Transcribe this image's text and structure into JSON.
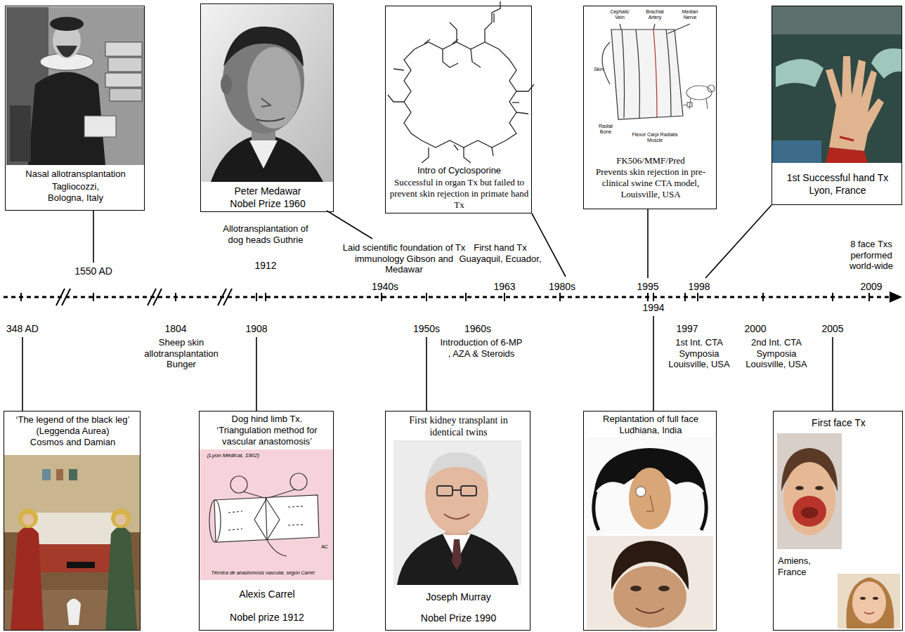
{
  "diagram": {
    "nodes": [
      {
        "text": [
          "Nasal allotransplantation",
          "Tagliocozzi, Bologna, Italy"
        ]
      },
      {
        "text": [
          "Peter Medawar",
          "Nobel Prize 1960"
        ]
      },
      {
        "text": [
          "Intro of Cyclosporine",
          "Successful in organ Tx but failed to prevent skin rejection in primate hand Tx"
        ]
      },
      {
        "text": [
          "FK506/MMF/Pred",
          "Prevents skin rejection in pre-clinical swine CTA model, Louisville, USA"
        ]
      },
      {
        "text": [
          "1st Successful hand Tx",
          "Lyon, France"
        ]
      },
      {
        "text": [
          "‘The legend of the black leg’",
          "(Leggenda Aurea) Cosmos and Damian"
        ]
      },
      {
        "text": [
          "Dog hind limb Tx. ‘Triangulation method for vascular anastomosis’",
          "Alexis Carrel",
          "Nobel prize 1912"
        ]
      },
      {
        "text": [
          "First kidney transplant in identical twins",
          "Joseph Murray",
          "Nobel Prize 1990"
        ]
      },
      {
        "text": [
          "Replantation of full face",
          "Ludhiana, India"
        ]
      },
      {
        "text": [
          "First face Tx",
          "Amiens, France"
        ]
      }
    ],
    "labels": [
      "1550 AD",
      "Allotransplantation of dog heads Guthrie",
      "1912",
      "Laid scientific foundation of Tx immunology Gibson and Medawar",
      "1940s",
      "First hand Tx Guayaquil, Ecuador,",
      "1963",
      "1980s",
      "1995",
      "1998",
      "8 face Txs performed world-wide",
      "2009",
      "348 AD",
      "1804",
      "Sheep skin allotransplantation Bunger",
      "1908",
      "1950s",
      "1960s",
      "Introduction of 6-MP , AZA & Steroids",
      "1994",
      "1997",
      "1st Int. CTA Symposia Louisville, USA",
      "2000",
      "2nd Int. CTA Symposia Louisville, USA",
      "2005",
      "Cephalic Vein",
      "Brachial Artery",
      "Median Nerve",
      "Skin",
      "Radial Bone",
      "Flexor Carpi Radialis Muscle",
      "(Lyon Médical, 1902)",
      "Técnica de anastomosis vascular, según Carrel",
      "AC"
    ]
  }
}
